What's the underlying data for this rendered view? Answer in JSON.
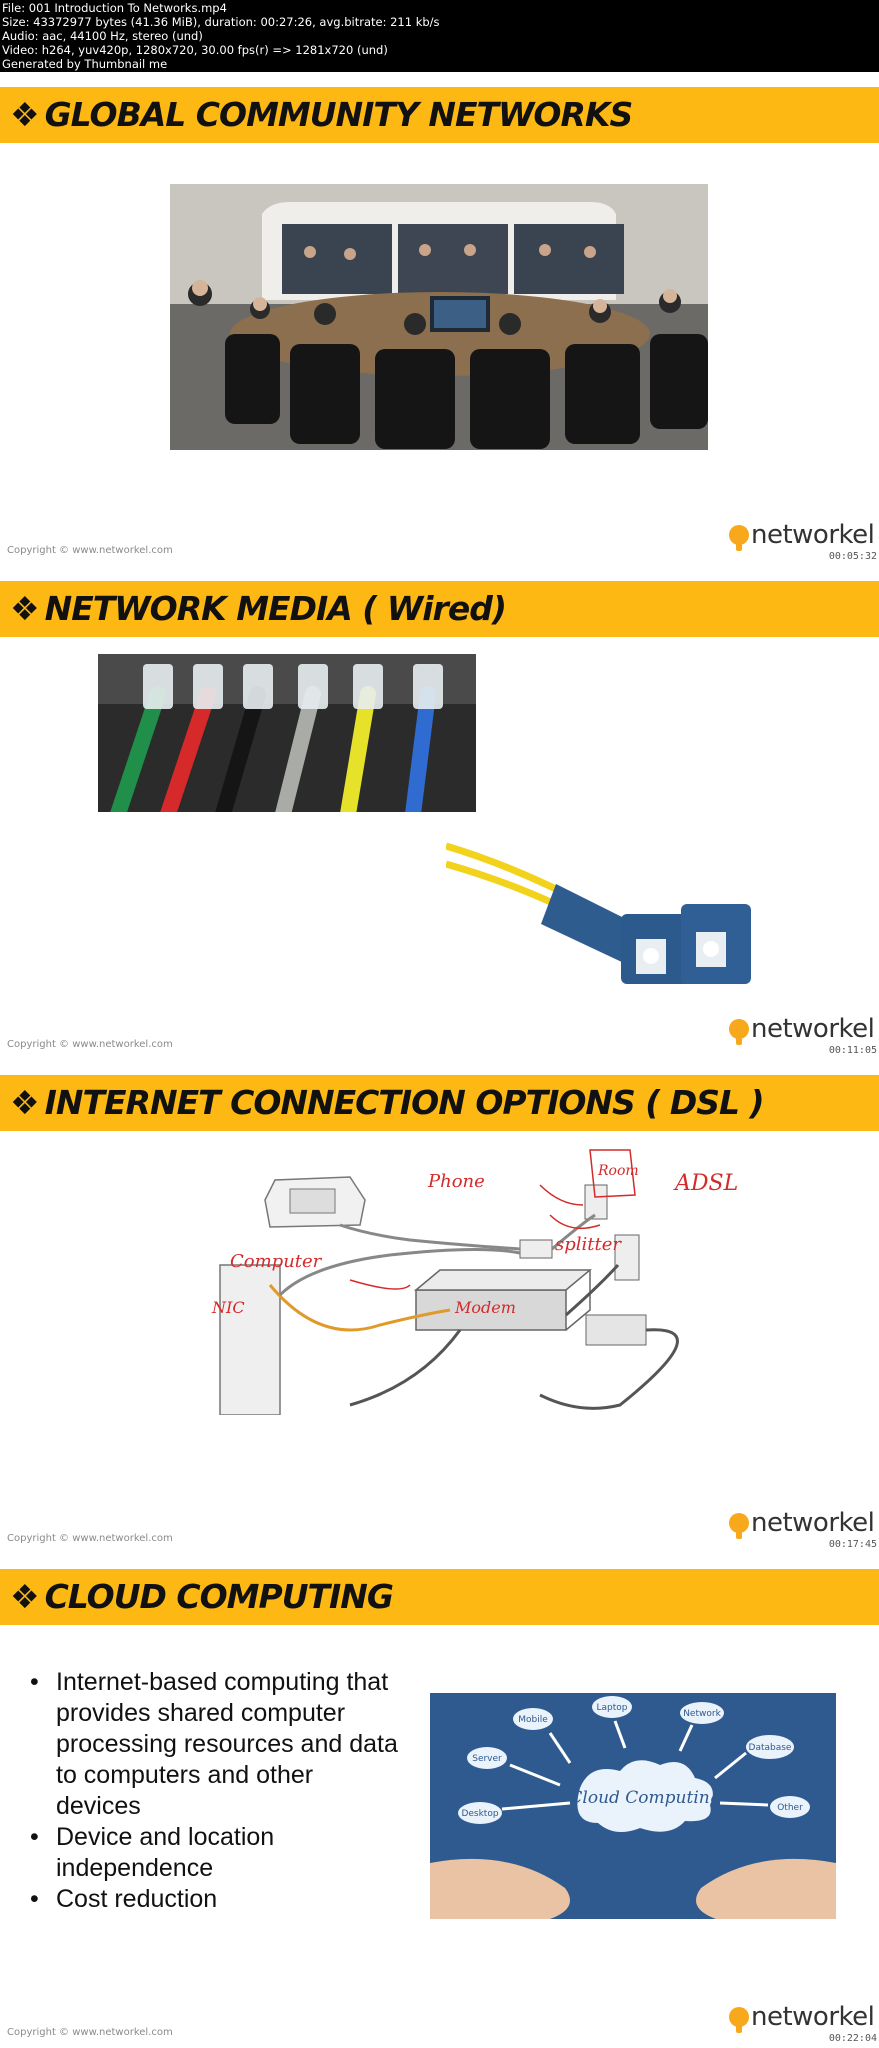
{
  "file_info": {
    "line1": "File: 001 Introduction To Networks.mp4",
    "line2": "Size: 43372977 bytes (41.36 MiB), duration: 00:27:26, avg.bitrate: 211 kb/s",
    "line3": "Audio: aac, 44100 Hz, stereo (und)",
    "line4": "Video: h264, yuv420p, 1280x720, 30.00 fps(r) => 1281x720 (und)",
    "line5": "Generated by Thumbnail me"
  },
  "brand": {
    "logo_text": "networkel",
    "copyright": "Copyright © www.networkel.com",
    "accent": "#fdb813"
  },
  "slides": [
    {
      "title": "GLOBAL COMMUNITY NETWORKS",
      "timestamp": "00:05:32"
    },
    {
      "title": "NETWORK MEDIA ( Wired)",
      "timestamp": "00:11:05"
    },
    {
      "title": "INTERNET CONNECTION OPTIONS  ( DSL )",
      "timestamp": "00:17:45"
    },
    {
      "title": "CLOUD COMPUTING",
      "timestamp": "00:22:04",
      "bullets": [
        "Internet-based computing that provides shared computer processing resources and data to computers and other devices",
        "Device and location independence",
        "Cost reduction"
      ]
    }
  ],
  "dsl_labels": {
    "phone": "Phone",
    "computer": "Computer",
    "nic": "NIC",
    "splitter": "splitter",
    "modem": "Modem",
    "adsl": "ADSL",
    "room": "Room"
  },
  "cloud_labels": {
    "center": "Cloud Computing",
    "mobile": "Mobile",
    "laptop": "Laptop",
    "network": "Network",
    "server": "Server",
    "database": "Database",
    "desktop": "Desktop",
    "other": "Other"
  }
}
